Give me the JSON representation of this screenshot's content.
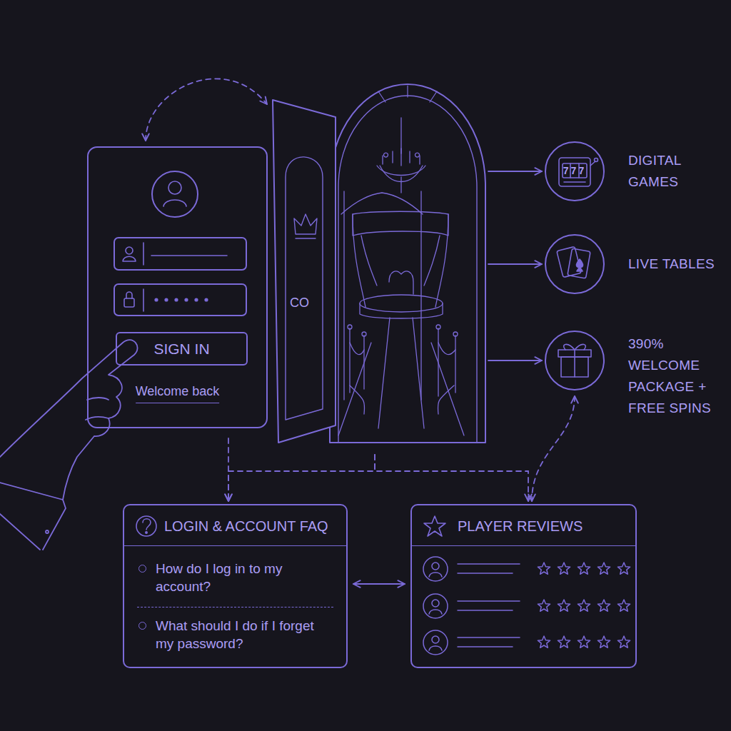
{
  "diagram": {
    "nodes": [
      {
        "text": [
          "Welcome back"
        ]
      },
      {
        "text": [
          "SIGN IN"
        ],
        "in": 0
      },
      {
        "text": [
          "CO"
        ]
      },
      {
        "text": [
          "DIGITAL GAMES"
        ]
      },
      {
        "text": [
          "LIVE TABLES"
        ]
      },
      {
        "text": [
          "390% WELCOME PACKAGE + FREE SPINS"
        ]
      },
      {
        "text": [
          "LOGIN & ACCOUNT FAQ",
          "How do I log in to my account?",
          "What should I do if I forget my password?"
        ]
      },
      {
        "text": [
          "PLAYER REVIEWS"
        ]
      }
    ],
    "edges": [
      {
        "from": 0,
        "to": 2,
        "arrow": "both"
      },
      {
        "from": 2,
        "to": 3,
        "arrow": "to"
      },
      {
        "from": 2,
        "to": 4,
        "arrow": "to"
      },
      {
        "from": 2,
        "to": 5,
        "arrow": "to"
      },
      {
        "from": 0,
        "to": 6,
        "arrow": "to"
      },
      {
        "from": 2,
        "to": 6,
        "arrow": "to"
      },
      {
        "from": 2,
        "to": 7,
        "arrow": "to"
      },
      {
        "from": 5,
        "to": 7,
        "arrow": "both"
      },
      {
        "from": 6,
        "to": 7,
        "arrow": "both"
      }
    ],
    "labels": [
      "777"
    ]
  }
}
